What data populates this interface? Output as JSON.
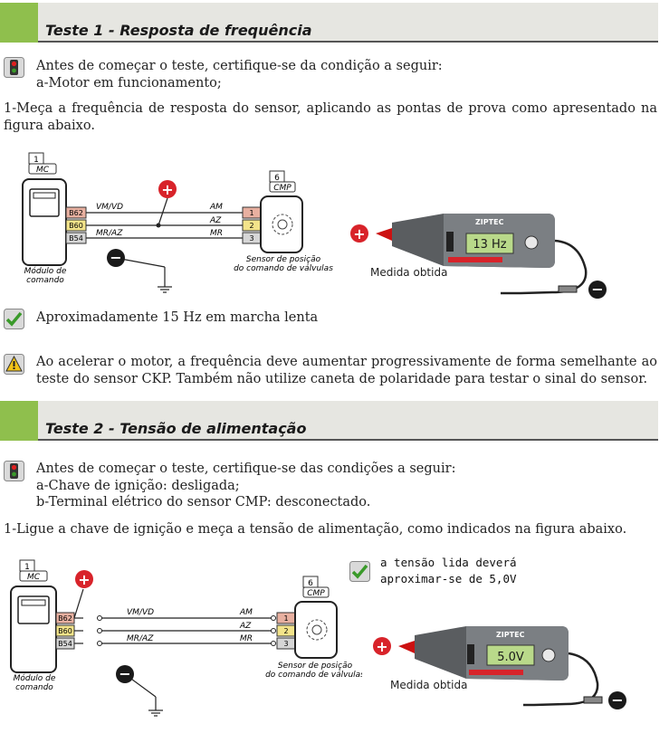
{
  "test1": {
    "title": "Teste 1 - Resposta de frequência",
    "precond_intro": "Antes de começar o teste, certifique-se da condição a seguir:",
    "precond_items": [
      "a-Motor em funcionamento;"
    ],
    "step": "1-Meça a frequência de resposta do sensor, aplicando as pontas de prova como apresentado na figura abaixo.",
    "diagram": {
      "module_num": "1",
      "module_tag": "MC",
      "module_label": "Módulo de comando",
      "sensor_num": "6",
      "sensor_tag": "CMP",
      "sensor_label": "Sensor de posição do comando de válvulas",
      "pins_left": [
        "B62",
        "B60",
        "B54"
      ],
      "pins_right": [
        "1",
        "2",
        "3"
      ],
      "wire_left": [
        "VM/VD",
        "",
        "MR/AZ"
      ],
      "wire_right": [
        "AM",
        "AZ",
        "MR"
      ],
      "plus": "+",
      "minus": "−"
    },
    "meter": {
      "brand": "ZIPTEC",
      "reading": "13 Hz",
      "caption": "Medida obtida"
    },
    "result": "Aproximadamente 15 Hz em marcha lenta",
    "warning": "Ao acelerar o motor, a frequência deve aumentar progressivamente de forma semelhante ao teste do sensor CKP. Também não utilize caneta de polaridade para testar o sinal do sensor."
  },
  "test2": {
    "title": "Teste 2 - Tensão de alimentação",
    "precond_intro": "Antes de começar o teste, certifique-se das condições a seguir:",
    "precond_items": [
      "a-Chave de ignição: desligada;",
      "b-Terminal elétrico do sensor CMP: desconectado."
    ],
    "step": "1-Ligue a chave de ignição e meça a tensão de alimentação, como indicados na figura abaixo.",
    "diagram": {
      "module_num": "1",
      "module_tag": "MC",
      "module_label": "Módulo de comando",
      "sensor_num": "6",
      "sensor_tag": "CMP",
      "sensor_label": "Sensor de posição do comando de válvulas",
      "pins_left": [
        "B62",
        "B60",
        "B54"
      ],
      "pins_right": [
        "1",
        "2",
        "3"
      ],
      "wire_left": [
        "VM/VD",
        "",
        "MR/AZ"
      ],
      "wire_right": [
        "AM",
        "AZ",
        "MR"
      ],
      "plus": "+",
      "minus": "−"
    },
    "meter": {
      "brand": "ZIPTEC",
      "reading": "5.0V",
      "caption": "Medida obtida"
    },
    "note": "a tensão lida deverá aproximar-se de 5,0V"
  },
  "colors": {
    "accent_green": "#8fbf4d",
    "band": "#e6e6e1",
    "plus_red": "#d8232a",
    "lcd": "#b9d98a"
  },
  "icons": {
    "precond": "traffic-light-icon",
    "ok": "checkmark-icon",
    "warn": "warning-icon"
  }
}
